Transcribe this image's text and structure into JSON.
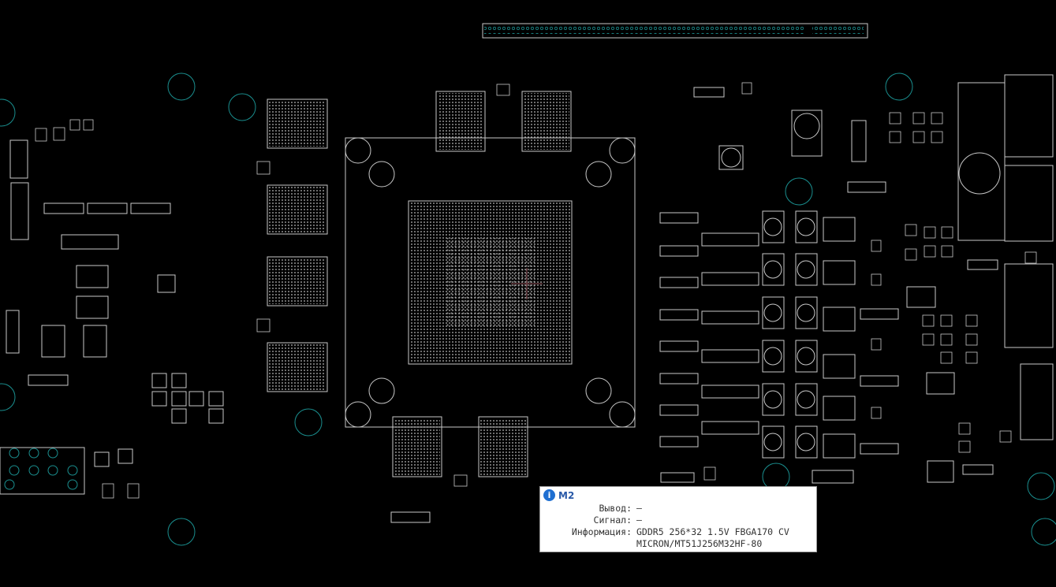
{
  "colors": {
    "background": "#000000",
    "outline": "#c8c8c8",
    "teal": "#1a8f8f",
    "cursor": "#8a4a52",
    "tooltip_title": "#2a5aa8"
  },
  "tooltip": {
    "icon": "info-icon",
    "title": "M2",
    "rows": [
      {
        "label": "Вывод:",
        "value": "—"
      },
      {
        "label": "Сигнал:",
        "value": "—"
      },
      {
        "label": "Информация:",
        "value": "GDDR5 256*32 1.5V FBGA170 CV"
      },
      {
        "label": "",
        "value": "MICRON/MT51J256M32HF-80"
      }
    ]
  }
}
